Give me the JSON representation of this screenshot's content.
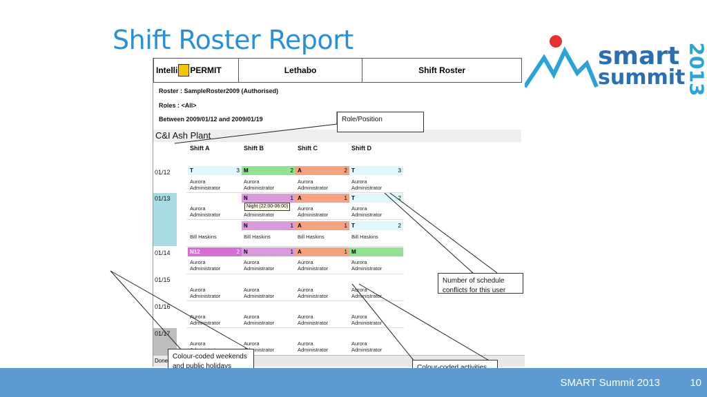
{
  "slide": {
    "title": "Shift Roster Report",
    "footer": "SMART Summit 2013",
    "page": "10"
  },
  "logo": {
    "word1": "smart",
    "word2": "summit",
    "year": "2013",
    "colors": {
      "blue": "#2a6fb4",
      "red": "#e8312f"
    }
  },
  "report": {
    "brand_left": "Intelli",
    "brand_right": "PERMIT",
    "site": "Lethabo",
    "type": "Shift Roster",
    "roster_line": "Roster : SampleRoster2009 (Authorised)",
    "roles_line": "Roles : <All>",
    "range_line": "Between 2009/01/12 and 2009/01/19",
    "plant": "C&I Ash Plant",
    "columns": [
      "Shift A",
      "Shift B",
      "Shift C",
      "Shift D"
    ],
    "days": [
      "01/12",
      "01/13",
      "01/14",
      "01/15",
      "01/16",
      "01/17"
    ],
    "user": "Aurora",
    "role": "Administrator",
    "user2": "Bill Haskins",
    "tooltip": "Night (22:00-06:00)",
    "status": "Done",
    "cells": {
      "r1": [
        {
          "code": "T",
          "count": "3"
        },
        {
          "code": "M",
          "count": "2"
        },
        {
          "code": "A",
          "count": "2"
        },
        {
          "code": "T",
          "count": "3"
        }
      ],
      "r2": [
        {
          "code": "N",
          "count": "1"
        },
        {
          "code": "A",
          "count": "1"
        },
        {
          "code": "T",
          "count": "2"
        }
      ],
      "r3": [
        {
          "code": "N",
          "count": "1"
        },
        {
          "code": "A",
          "count": "1"
        },
        {
          "code": "T",
          "count": "2"
        }
      ],
      "r4": [
        {
          "code": "N12",
          "count": "2"
        },
        {
          "code": "N",
          "count": "1"
        },
        {
          "code": "A",
          "count": "1"
        },
        {
          "code": "M",
          "count": ""
        }
      ]
    }
  },
  "callouts": {
    "role": "Role/Position",
    "conflicts": "Number of schedule conflicts for this user",
    "weekends": "Colour-coded weekends and public holidays",
    "activities": "Colour-coded activities"
  },
  "colors": {
    "T": "#dff8fb",
    "M": "#8fe28f",
    "A": "#f7a27e",
    "N": "#d99bdc",
    "N12": "#d66ed6",
    "weekday_band": "#a8dbe4",
    "footer": "#5c9ad1",
    "title": "#2a8fd6"
  }
}
